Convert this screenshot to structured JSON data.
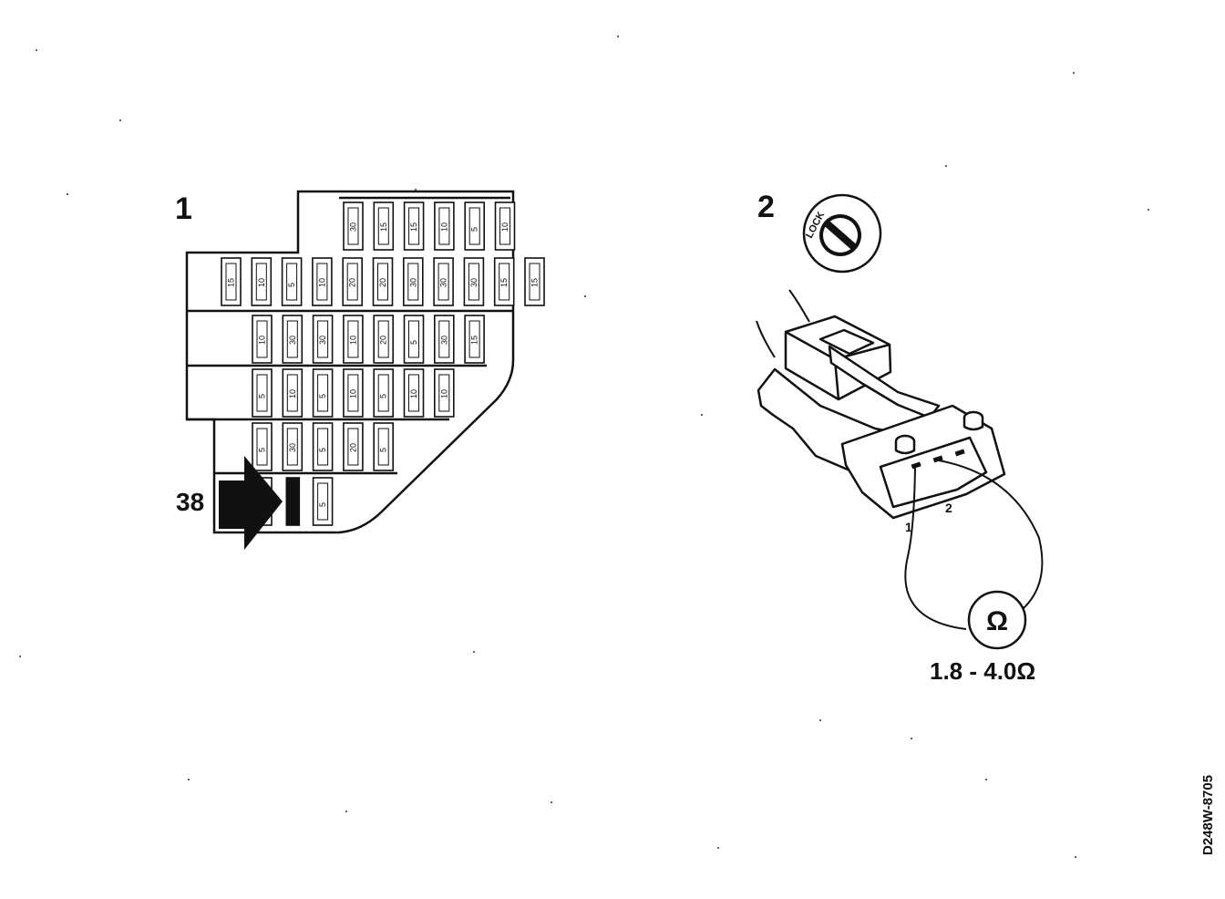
{
  "panel1": {
    "label": "1",
    "callout": "38",
    "fuse_rows": [
      [
        "30",
        "15",
        "15",
        "10",
        "5",
        "10"
      ],
      [
        "15",
        "10",
        "5",
        "10",
        "20",
        "20",
        "30",
        "30",
        "30",
        "15",
        "15"
      ],
      [
        "10",
        "30",
        "30",
        "10",
        "20",
        "5",
        "30",
        "15"
      ],
      [
        "5",
        "10",
        "5",
        "10",
        "5",
        "10",
        "10"
      ],
      [
        "5",
        "30",
        "5",
        "20",
        "5"
      ],
      [
        "",
        "",
        "5"
      ]
    ]
  },
  "panel2": {
    "label": "2",
    "switch_text": "LOCK",
    "pin1": "1",
    "pin2": "2",
    "meter_symbol": "Ω",
    "resistance_spec": "1.8 - 4.0Ω"
  },
  "document_code": "D248W-8705",
  "colors": {
    "ink": "#111111",
    "background": "#ffffff",
    "highlight_fuse": "#111111"
  }
}
